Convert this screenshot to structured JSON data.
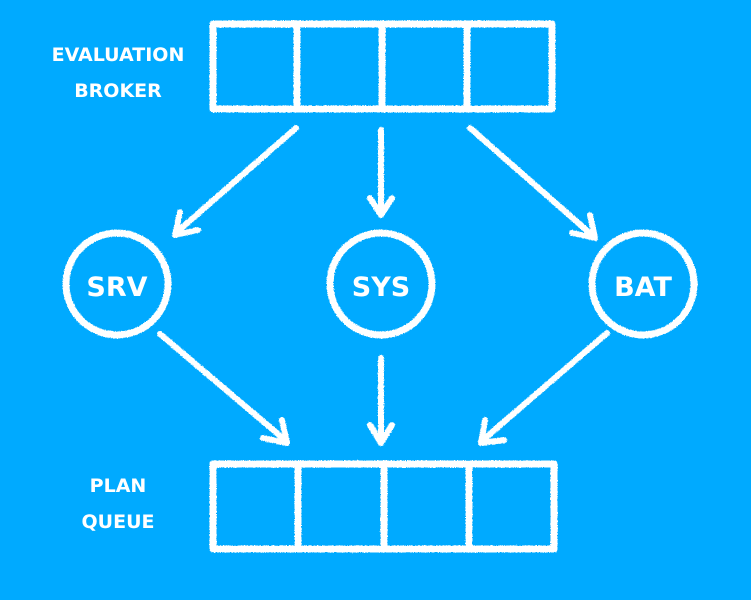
{
  "broker": {
    "label_line1": "EVALUATION",
    "label_line2": "BROKER"
  },
  "queue": {
    "label_line1": "PLAN",
    "label_line2": "QUEUE"
  },
  "schedulers": {
    "srv": "SRV",
    "sys": "SYS",
    "bat": "BAT"
  },
  "colors": {
    "background": "#00aaff",
    "chalk": "#ffffff"
  }
}
